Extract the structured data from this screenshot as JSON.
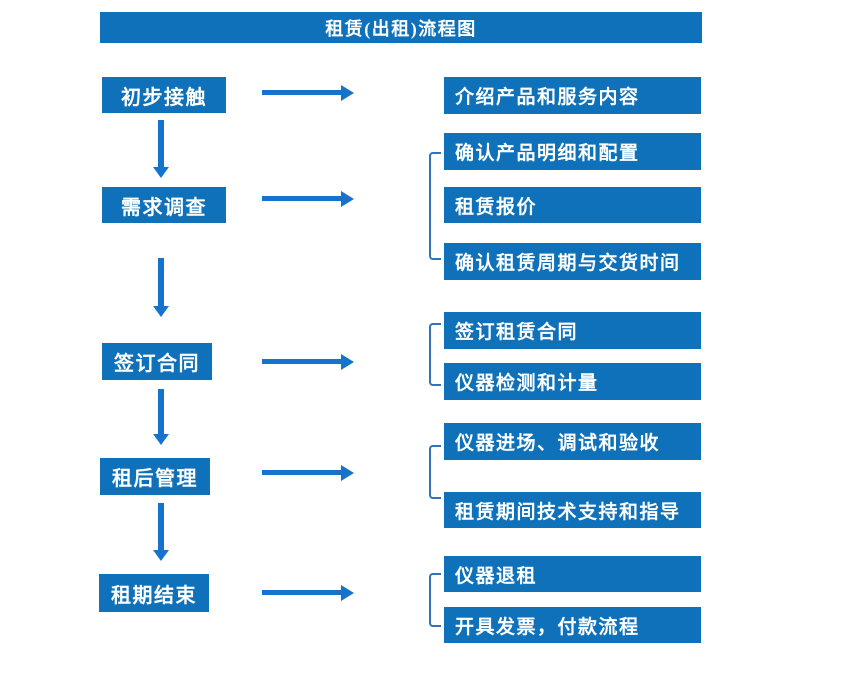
{
  "title": "租赁(出租)流程图",
  "colors": {
    "box_blue": "#0e71b9",
    "arrow_blue": "#1573cd",
    "bracket_blue": "#2f74b6",
    "text_white": "#ffffff",
    "background": "#ffffff"
  },
  "flow": {
    "steps": [
      {
        "label": "初步接触",
        "outputs": [
          "介绍产品和服务内容"
        ]
      },
      {
        "label": "需求调查",
        "outputs": [
          "确认产品明细和配置",
          "租赁报价",
          "确认租赁周期与交货时间"
        ]
      },
      {
        "label": "签订合同",
        "outputs": [
          "签订租赁合同",
          "仪器检测和计量"
        ]
      },
      {
        "label": "租后管理",
        "outputs": [
          "仪器进场、调试和验收",
          "租赁期间技术支持和指导"
        ]
      },
      {
        "label": "租期结束",
        "outputs": [
          "仪器退租",
          "开具发票，付款流程"
        ]
      }
    ]
  }
}
